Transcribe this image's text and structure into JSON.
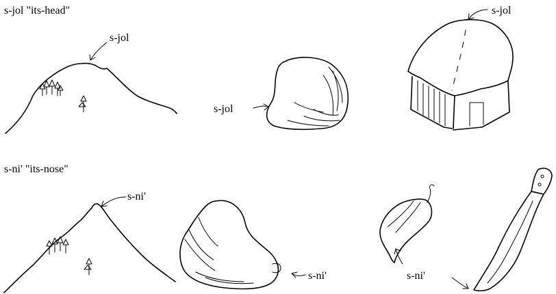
{
  "captions": {
    "head_caption": "s-jol \"its-head\"",
    "nose_caption": "s-ni' \"its-nose\""
  },
  "labels": {
    "mountain_head": "s-jol",
    "stone_head": "s-jol",
    "house_head": "s-jol",
    "mountain_nose": "s-ni'",
    "gourd_nose": "s-ni'",
    "pepper_machete_nose": "s-ni'"
  }
}
